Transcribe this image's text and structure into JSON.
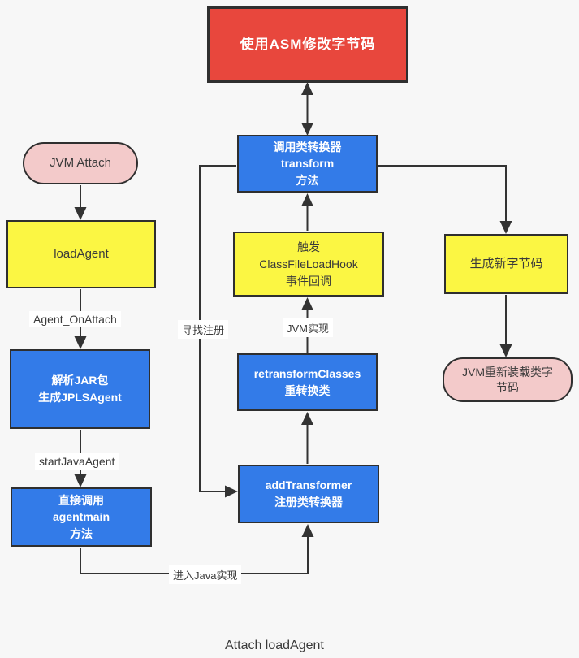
{
  "title": "Attach loadAgent",
  "colors": {
    "background": "#f7f7f7",
    "node_red": "#e8473d",
    "node_blue": "#337be8",
    "node_yellow": "#fbf643",
    "node_pink": "#f3caca",
    "node_border": "#2f2f2f",
    "line": "#333333",
    "text_dark": "#3a3a3a",
    "text_light": "#ffffff"
  },
  "nodes": {
    "use_asm": "使用ASM修改字节码",
    "call_transform": "调用类转换器\ntransform\n方法",
    "trigger_hook": "触发\nClassFileLoadHook\n事件回调",
    "retransform_classes": "retransformClasses\n重转换类",
    "add_transformer": "addTransformer\n注册类转换器",
    "jvm_attach": "JVM Attach",
    "load_agent": "loadAgent",
    "parse_jar": "解析JAR包\n生成JPLSAgent",
    "call_agentmain": "直接调用\nagentmain\n方法",
    "gen_new_bytecode": "生成新字节码",
    "jvm_reload": "JVM重新装载类字\n节码"
  },
  "edge_labels": {
    "agent_on_attach": "Agent_OnAttach",
    "start_java_agent": "startJavaAgent",
    "find_register": "寻找注册",
    "jvm_impl": "JVM实现",
    "enter_java_impl": "进入Java实现"
  }
}
